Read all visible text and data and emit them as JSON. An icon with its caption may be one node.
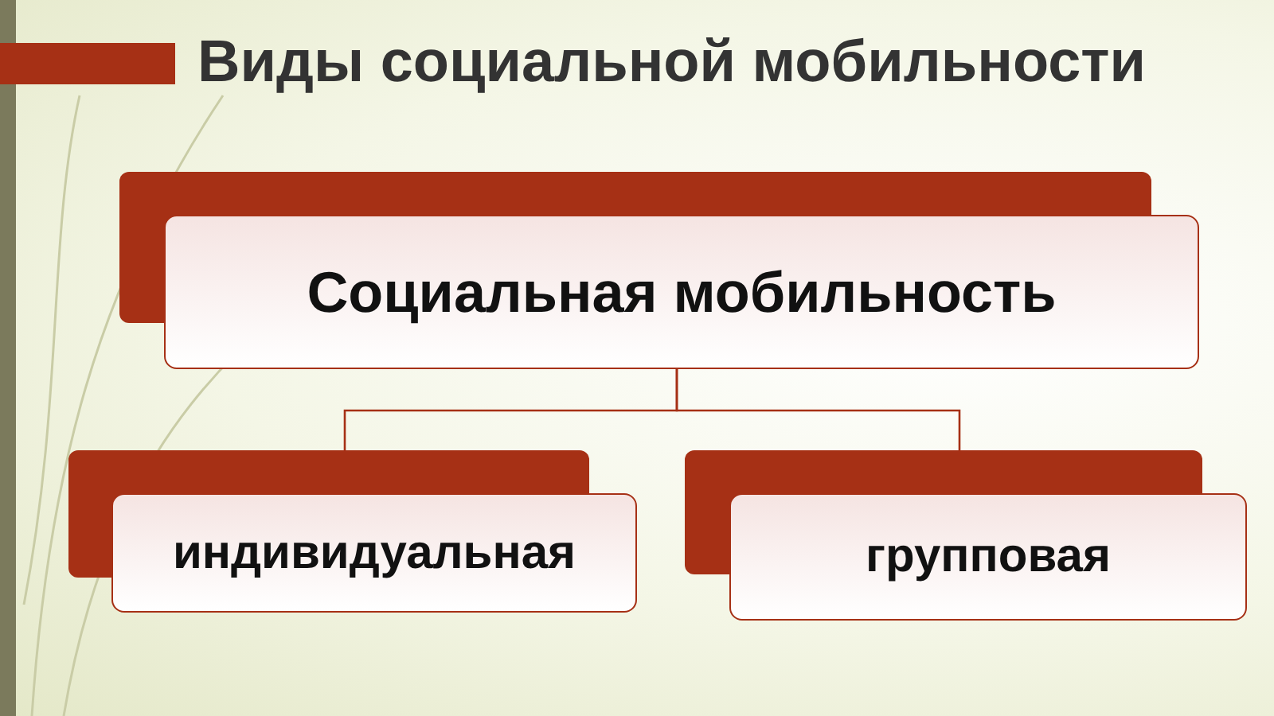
{
  "diagram": {
    "title": "Виды социальной мобильности",
    "nodes": [
      {
        "text": [
          "Социальная мобильность"
        ]
      },
      {
        "text": [
          "индивидуальная"
        ]
      },
      {
        "text": [
          "групповая"
        ]
      }
    ],
    "edges": [
      {
        "from": 0,
        "to": 1,
        "arrow": "none"
      },
      {
        "from": 0,
        "to": 2,
        "arrow": "none"
      }
    ]
  }
}
